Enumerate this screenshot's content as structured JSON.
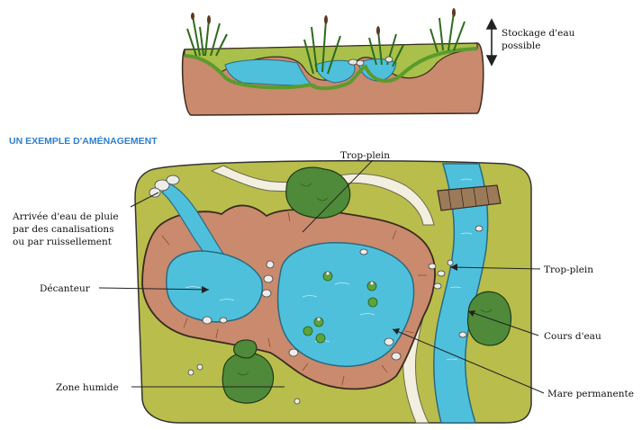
{
  "cross_section": {
    "storage_label_line1": "Stockage d'eau",
    "storage_label_line2": "possible"
  },
  "plan": {
    "title": "UN EXEMPLE D'AMÉNAGEMENT",
    "title_color": "#2f7fc8",
    "labels": {
      "trop_plein_top": "Trop-plein",
      "arrivee_line1": "Arrivée d'eau de pluie",
      "arrivee_line2": "par des canalisations",
      "arrivee_line3": "ou par ruissellement",
      "decanteur": "Décanteur",
      "trop_plein_right": "Trop-plein",
      "cours_eau": "Cours d'eau",
      "zone_humide": "Zone humide",
      "mare_permanente": "Mare permanente"
    }
  },
  "colors": {
    "water": "#4fc0dc",
    "water_dark": "#2aa0c4",
    "soil": "#c98a6d",
    "bank": "#b06a4a",
    "grass": "#b9bd4c",
    "bush": "#4e8a3a",
    "path": "#f2efe0"
  }
}
